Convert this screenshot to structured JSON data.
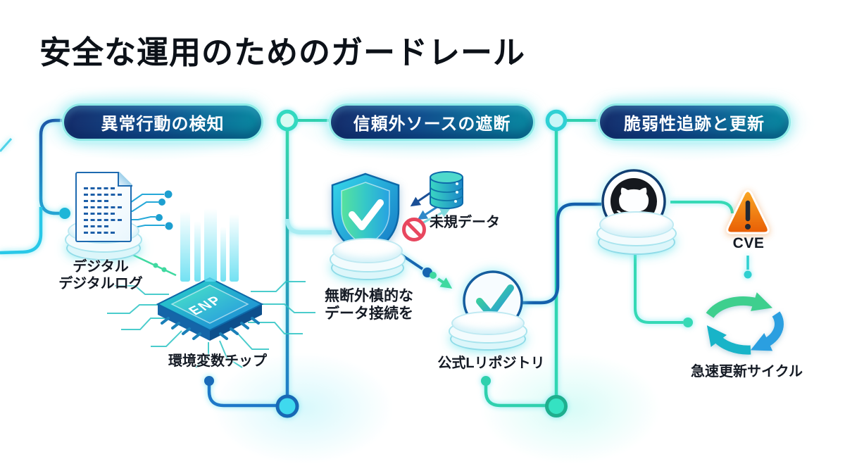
{
  "header": {
    "title": "安全な運用のためのガードレール"
  },
  "sections": {
    "anomaly": {
      "pill": "異常行動の検知",
      "log_label": {
        "line1": "デジタル",
        "line2": "デジタルログ"
      },
      "chip_text": "ENP",
      "chip_label": "環境変数チップ"
    },
    "blocking": {
      "pill": "信頼外ソースの遮断",
      "unregistered_label": "未規データ",
      "caption": {
        "line1": "無断外槙的な",
        "line2": "データ接続を"
      },
      "repo_label": "公式Lリポジトリ"
    },
    "vulnerability": {
      "pill": "脆弱性追跡と更新",
      "cve_label": "CVE",
      "cycle_label": "急速更新サイクル"
    }
  },
  "icons": {
    "document-log-icon": "paper with dashed log lines and circuit taps",
    "env-chip-icon": "isometric microchip labeled ENP with traces and light beams",
    "shield-check-icon": "gradient shield with white checkmark",
    "database-icon": "teal database cylinder",
    "prohibition-icon": "red no-entry slash circle",
    "check-circle-icon": "circle with green-blue checkmark",
    "github-icon": "octocat in ringed circle",
    "warning-triangle-icon": "orange alert triangle with exclamation",
    "update-cycle-icon": "three circular 3D arrows"
  },
  "colors": {
    "pill_gradient_start": "#15306e",
    "pill_gradient_end": "#0a86a0",
    "line_blue": "#1d6fb8",
    "line_teal": "#2fd0ae",
    "line_cyan": "#29c8e8",
    "glow_cyan": "#7fe8f0",
    "warning_orange": "#ef7312",
    "prohibit_red": "#e8475f",
    "text_dark": "#141a24"
  }
}
